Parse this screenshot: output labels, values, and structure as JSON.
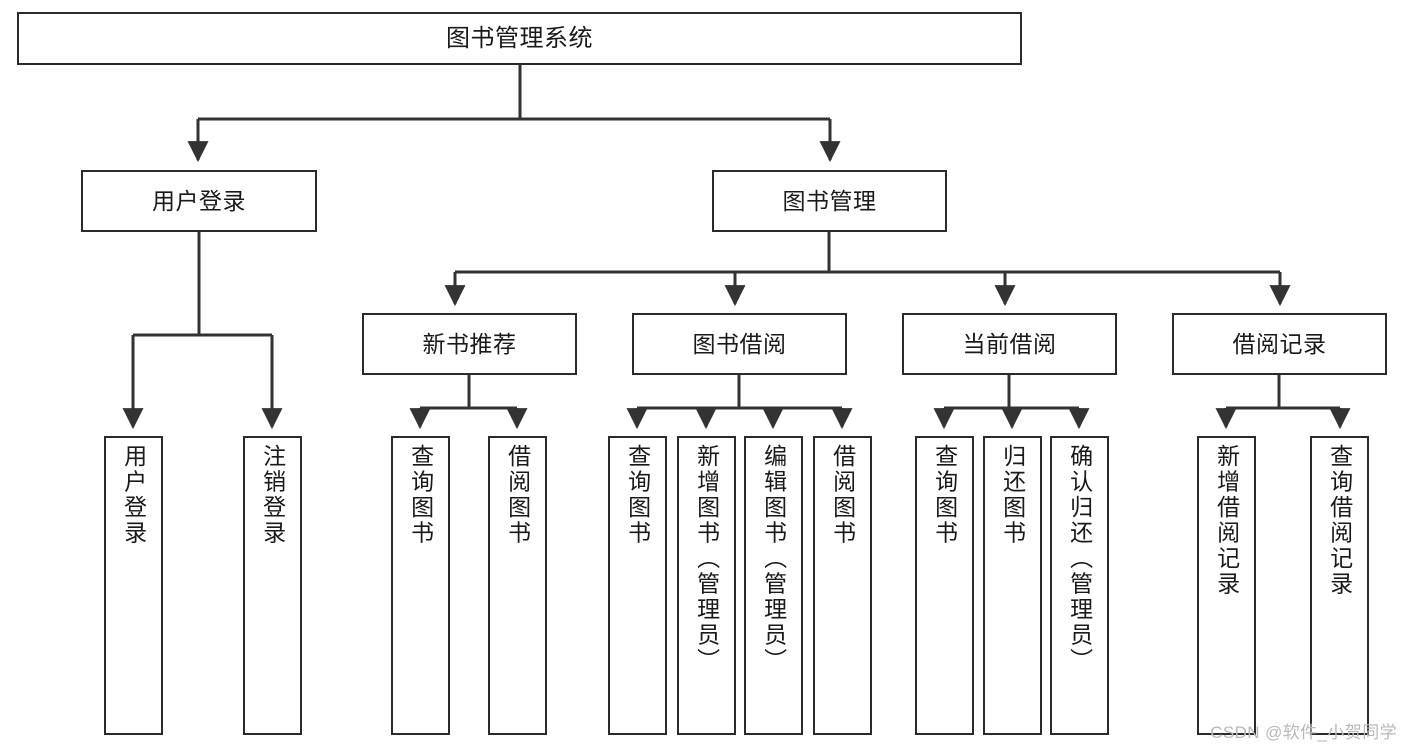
{
  "diagram": {
    "title": "图书管理系统",
    "type": "tree",
    "watermark": "CSDN @软件_小贺同学",
    "colors": {
      "border": "#2b2b2b",
      "line": "#333333",
      "background": "#ffffff",
      "text": "#1a1a1a",
      "watermark": "#b9b9b9"
    },
    "nodes": {
      "root": {
        "label": "图书管理系统"
      },
      "level1": [
        {
          "label": "用户登录"
        },
        {
          "label": "图书管理"
        }
      ],
      "level2": [
        {
          "label": "新书推荐"
        },
        {
          "label": "图书借阅"
        },
        {
          "label": "当前借阅"
        },
        {
          "label": "借阅记录"
        }
      ],
      "leaves": {
        "user_login": [
          {
            "label": "用户登录"
          },
          {
            "label": "注销登录"
          }
        ],
        "new_book_recommend": [
          {
            "label": "查询图书"
          },
          {
            "label": "借阅图书"
          }
        ],
        "book_borrow": [
          {
            "label": "查询图书"
          },
          {
            "label": "新增图书（管理员）"
          },
          {
            "label": "编辑图书（管理员）"
          },
          {
            "label": "借阅图书"
          }
        ],
        "current_borrow": [
          {
            "label": "查询图书"
          },
          {
            "label": "归还图书"
          },
          {
            "label": "确认归还（管理员）"
          }
        ],
        "borrow_record": [
          {
            "label": "新增借阅记录"
          },
          {
            "label": "查询借阅记录"
          }
        ]
      }
    }
  }
}
